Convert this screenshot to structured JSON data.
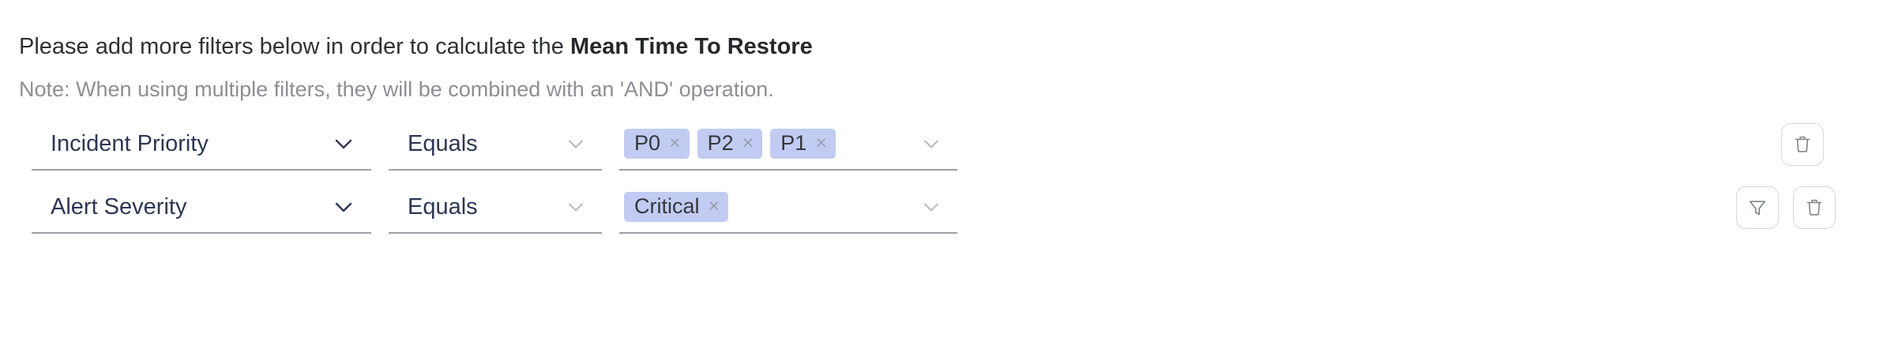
{
  "header": {
    "intro_prefix": "Please add more filters below in order to calculate the ",
    "intro_metric": "Mean Time To Restore",
    "note": "Note: When using multiple filters, they will be combined with an 'AND' operation."
  },
  "colors": {
    "chip_background": "#c2cbf2",
    "field_text": "#2d3753",
    "field_underline": "#9b9ea3",
    "note_text": "#8c8f93",
    "icon_border": "#d4d6da",
    "icon_stroke": "#808387",
    "chevron_dark": "#2d3753",
    "chevron_light": "#b6b9bd"
  },
  "filters": [
    {
      "attribute": "Incident Priority",
      "attribute_chevron": "chevron-down-icon",
      "operator": "Equals",
      "operator_chevron": "chevron-down-icon",
      "value_chevron": "chevron-down-icon",
      "values": [
        {
          "label": "P0",
          "close": "×"
        },
        {
          "label": "P2",
          "close": "×"
        },
        {
          "label": "P1",
          "close": "×"
        }
      ],
      "actions": [
        {
          "name": "delete-filter-button",
          "icon": "trash-icon"
        }
      ]
    },
    {
      "attribute": "Alert Severity",
      "attribute_chevron": "chevron-down-icon",
      "operator": "Equals",
      "operator_chevron": "chevron-down-icon",
      "value_chevron": "chevron-down-icon",
      "values": [
        {
          "label": "Critical",
          "close": "×"
        }
      ],
      "actions": [
        {
          "name": "add-filter-button",
          "icon": "funnel-icon"
        },
        {
          "name": "delete-filter-button",
          "icon": "trash-icon"
        }
      ]
    }
  ]
}
